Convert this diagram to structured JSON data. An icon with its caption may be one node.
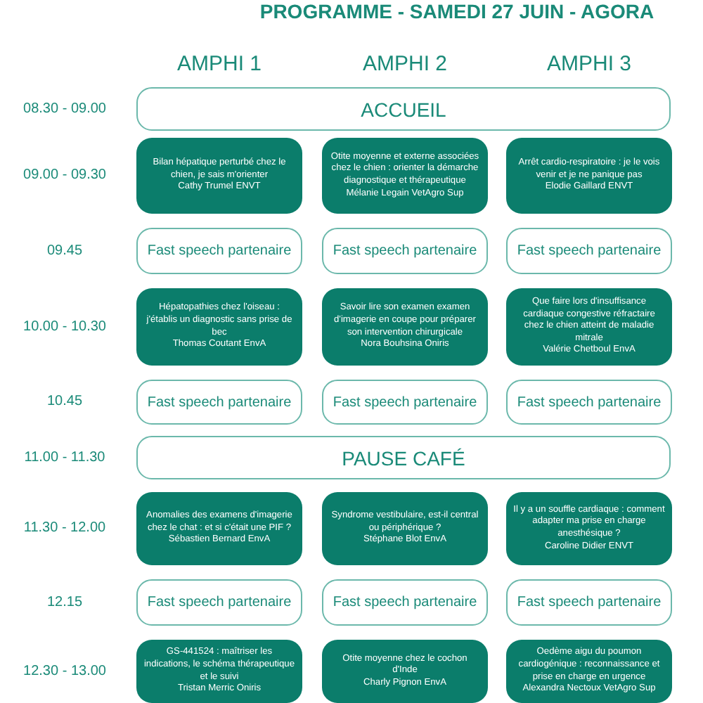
{
  "diagram": {
    "title": "PROGRAMME - SAMEDI 27 JUIN - AGORA",
    "nodes": [
      {
        "text": [
          "ACCUEIL"
        ]
      },
      {
        "text": [
          "Bilan hépatique perturbé chez le chien, je sais m'orienter",
          "Cathy Trumel ENVT"
        ]
      },
      {
        "text": [
          "Otite moyenne et externe associées chez le chien : orienter la démarche diagnostique et thérapeutique",
          "Mélanie Legain VetAgro Sup"
        ]
      },
      {
        "text": [
          "Arrêt cardio-respiratoire : je le vois venir et je ne panique pas",
          "Elodie Gaillard ENVT"
        ]
      },
      {
        "text": [
          "Fast speech partenaire"
        ]
      },
      {
        "text": [
          "Fast speech partenaire"
        ]
      },
      {
        "text": [
          "Fast speech partenaire"
        ]
      },
      {
        "text": [
          "Hépatopathies chez l'oiseau : j'établis un diagnostic sans prise de bec",
          "Thomas Coutant EnvA"
        ]
      },
      {
        "text": [
          "Savoir lire son examen examen d'imagerie en coupe pour préparer son intervention chirurgicale",
          "Nora Bouhsina Oniris"
        ]
      },
      {
        "text": [
          "Que faire lors d'insuffisance cardiaque congestive réfractaire chez le chien atteint de maladie mitrale",
          "Valérie Chetboul EnvA"
        ]
      },
      {
        "text": [
          "Fast speech partenaire"
        ]
      },
      {
        "text": [
          "Fast speech partenaire"
        ]
      },
      {
        "text": [
          "Fast speech partenaire"
        ]
      },
      {
        "text": [
          "PAUSE CAFÉ"
        ]
      },
      {
        "text": [
          "Anomalies des examens d'imagerie chez le chat : et si c'était une PIF ?",
          "Sébastien Bernard EnvA"
        ]
      },
      {
        "text": [
          "Syndrome vestibulaire, est-il central ou périphérique ?",
          "Stéphane Blot EnvA"
        ]
      },
      {
        "text": [
          "Il y a un souffle cardiaque : comment adapter ma prise en charge anesthésique ?",
          "Caroline Didier ENVT"
        ]
      },
      {
        "text": [
          "Fast speech partenaire"
        ]
      },
      {
        "text": [
          "Fast speech partenaire"
        ]
      },
      {
        "text": [
          "Fast speech partenaire"
        ]
      },
      {
        "text": [
          "GS-441524 : maîtriser les indications, le schéma thérapeutique et le suivi",
          "Tristan Merric Oniris"
        ]
      },
      {
        "text": [
          "Otite moyenne chez le cochon d'Inde",
          "Charly Pignon EnvA"
        ]
      },
      {
        "text": [
          "Oedème aigu du poumon cardiogénique : reconnaissance et prise en charge en urgence",
          "Alexandra Nectoux VetAgro Sup"
        ]
      }
    ],
    "labels": [
      "AMPHI 1",
      "AMPHI 2",
      "AMPHI 3",
      "08.30 - 09.00",
      "09.00 - 09.30",
      "09.45",
      "10.00 - 10.30",
      "10.45",
      "11.00 - 11.30",
      "11.30 - 12.00",
      "12.15",
      "12.30 - 13.00"
    ]
  }
}
